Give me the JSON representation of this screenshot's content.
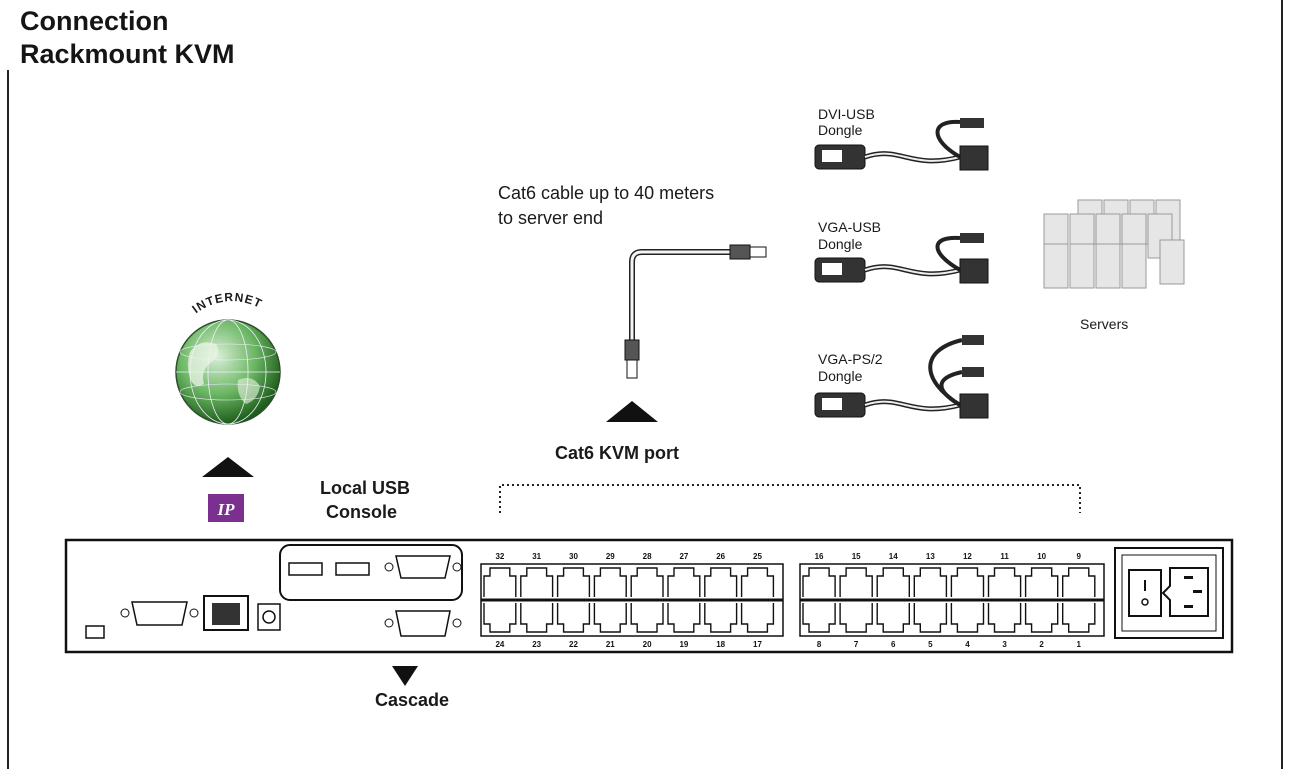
{
  "title": {
    "line1": "Connection",
    "line2": "Rackmount KVM"
  },
  "labels": {
    "cable_line1": "Cat6 cable up to 40 meters",
    "cable_line2": "to server end",
    "dvi_usb_line1": "DVI-USB",
    "dvi_usb_line2": "Dongle",
    "vga_usb_line1": "VGA-USB",
    "vga_usb_line2": "Dongle",
    "vga_ps2_line1": "VGA-PS/2",
    "vga_ps2_line2": "Dongle",
    "servers": "Servers",
    "internet": "INTERNET",
    "ip_badge": "IP",
    "local_usb_line1": "Local USB",
    "local_usb_line2": "Console",
    "cat6_port": "Cat6 KVM port",
    "cascade": "Cascade"
  },
  "ports": {
    "group_a_top": [
      "32",
      "31",
      "30",
      "29",
      "28",
      "27",
      "26",
      "25"
    ],
    "group_a_bottom": [
      "24",
      "23",
      "22",
      "21",
      "20",
      "19",
      "18",
      "17"
    ],
    "group_b_top": [
      "16",
      "15",
      "14",
      "13",
      "12",
      "11",
      "10",
      "9"
    ],
    "group_b_bottom": [
      "8",
      "7",
      "6",
      "5",
      "4",
      "3",
      "2",
      "1"
    ]
  },
  "colors": {
    "ip_badge": "#7b2f8e",
    "globe": "#3f9a3a",
    "line": "#1a1a1a"
  },
  "icons": [
    "internet-globe-icon",
    "ip-badge-icon",
    "rj45-cable-icon",
    "dongle-icon",
    "servers-icon",
    "arrow-up-icon",
    "arrow-down-icon",
    "power-switch-icon"
  ]
}
